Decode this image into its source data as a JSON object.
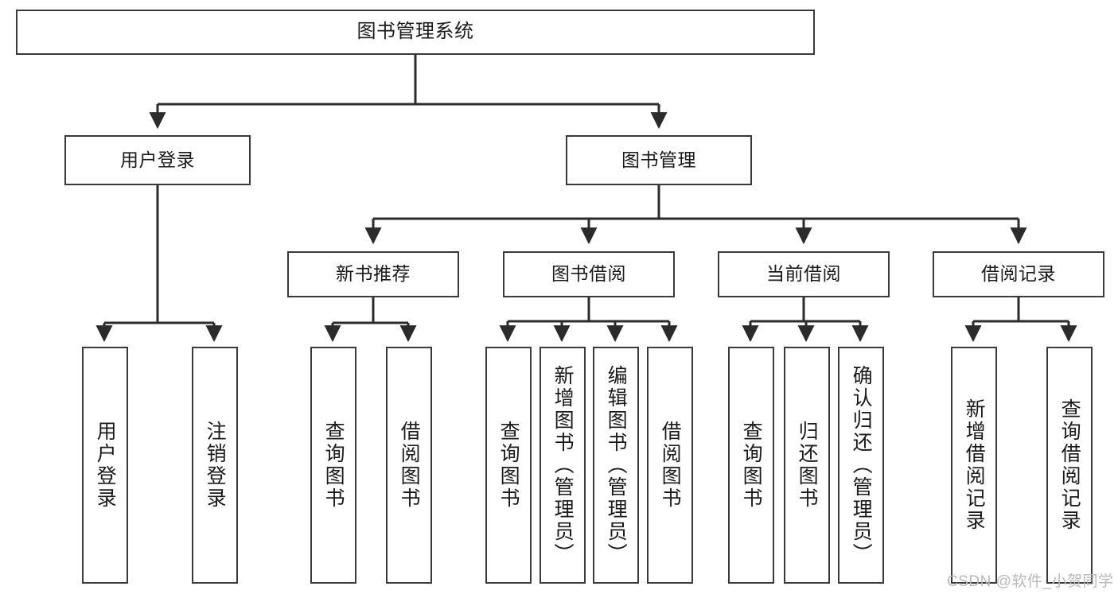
{
  "diagram": {
    "type": "hierarchy-tree",
    "title": "图书管理系统",
    "watermark": "CSDN @软件_小贺同学",
    "colors": {
      "box_border": "#3a3a3a",
      "box_fill": "#ffffff",
      "edge": "#2b2b2b",
      "text": "#1a1a1a",
      "watermark": "#b9b9b9",
      "background": "#ffffff"
    },
    "root": {
      "label": "图书管理系统"
    },
    "level2": [
      {
        "label": "用户登录"
      },
      {
        "label": "图书管理"
      }
    ],
    "level3": [
      {
        "label": "新书推荐"
      },
      {
        "label": "图书借阅"
      },
      {
        "label": "当前借阅"
      },
      {
        "label": "借阅记录"
      }
    ],
    "leaves": {
      "user_login": [
        {
          "label": "用户登录"
        },
        {
          "label": "注销登录"
        }
      ],
      "new_book_recommend": [
        {
          "label": "查询图书"
        },
        {
          "label": "借阅图书"
        }
      ],
      "book_borrow": [
        {
          "label": "查询图书"
        },
        {
          "label": "新增图书（管理员）"
        },
        {
          "label": "编辑图书（管理员）"
        },
        {
          "label": "借阅图书"
        }
      ],
      "current_borrow": [
        {
          "label": "查询图书"
        },
        {
          "label": "归还图书"
        },
        {
          "label": "确认归还（管理员）"
        }
      ],
      "borrow_record": [
        {
          "label": "新增借阅记录"
        },
        {
          "label": "查询借阅记录"
        }
      ]
    }
  }
}
